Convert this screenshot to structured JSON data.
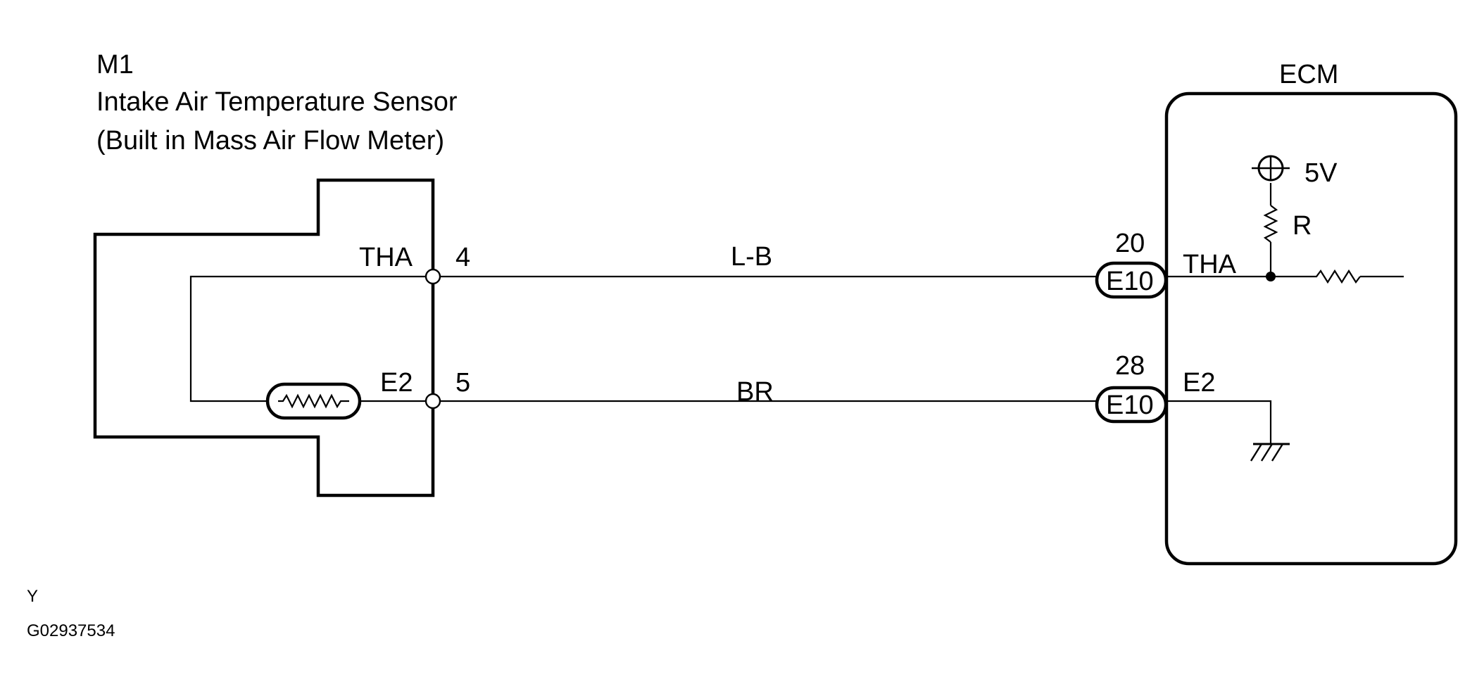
{
  "sensor": {
    "id": "M1",
    "name": "Intake Air Temperature Sensor",
    "note": "(Built in Mass Air Flow Meter)",
    "pins": [
      {
        "terminal": "THA",
        "number": "4"
      },
      {
        "terminal": "E2",
        "number": "5"
      }
    ]
  },
  "wires": [
    {
      "color_code": "L-B"
    },
    {
      "color_code": "BR"
    }
  ],
  "ecm": {
    "title": "ECM",
    "supply": "5V",
    "resistor": "R",
    "connectors": [
      {
        "pin": "20",
        "connector": "E10",
        "terminal": "THA"
      },
      {
        "pin": "28",
        "connector": "E10",
        "terminal": "E2"
      }
    ]
  },
  "footer": {
    "mark": "Y",
    "figure_id": "G02937534"
  }
}
